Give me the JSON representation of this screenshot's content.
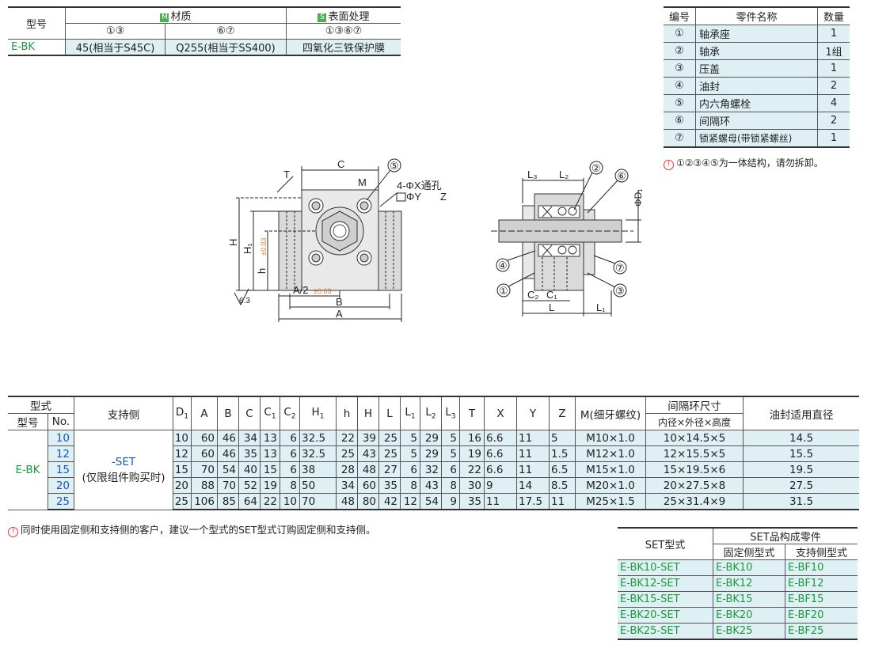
{
  "material": {
    "model_header": "型号",
    "material_tag": "M",
    "material_header": "材质",
    "surface_tag": "S",
    "surface_header": "表面处理",
    "part_refs": [
      "①③",
      "⑥⑦",
      "①③⑥⑦"
    ],
    "row": {
      "model": "E-BK",
      "mat1": "45(相当于S45C)",
      "mat2": "Q255(相当于SS400)",
      "surface": "四氧化三铁保护膜"
    }
  },
  "parts": {
    "headers": [
      "编号",
      "零件名称",
      "数量"
    ],
    "rows": [
      {
        "no": "①",
        "name": "轴承座",
        "qty": "1"
      },
      {
        "no": "②",
        "name": "轴承",
        "qty": "1组"
      },
      {
        "no": "③",
        "name": "压盖",
        "qty": "1"
      },
      {
        "no": "④",
        "name": "油封",
        "qty": "2"
      },
      {
        "no": "⑤",
        "name": "内六角螺栓",
        "qty": "4"
      },
      {
        "no": "⑥",
        "name": "间隔环",
        "qty": "2"
      },
      {
        "no": "⑦",
        "name": "锁紧螺母(带锁紧螺丝)",
        "qty": "1"
      }
    ],
    "note": "①②③④⑤为一体结构，请勿拆卸。"
  },
  "drawing": {
    "labels": {
      "C": "C",
      "T": "T",
      "M": "M",
      "five": "⑤",
      "hole1": "4-ΦX通孔",
      "hole2": "ΦY",
      "hole3": "Z",
      "H": "H",
      "H1": "H₁",
      "h": "h",
      "tol": "±0.03",
      "rough": "6.3",
      "A2": "A/2",
      "B": "B",
      "A": "A",
      "L3": "L₃",
      "L2": "L₂",
      "two": "②",
      "six": "⑥",
      "D1": "ΦD₁",
      "four": "④",
      "seven": "⑦",
      "one": "①",
      "three": "③",
      "C2": "C₂",
      "C1": "C₁",
      "L": "L",
      "L1": "L₁"
    }
  },
  "dims": {
    "header": {
      "form": "型式",
      "model": "型号",
      "no": "No.",
      "support": "支持侧",
      "cols": [
        "D",
        "A",
        "B",
        "C",
        "C",
        "C",
        "H",
        "h",
        "H",
        "L",
        "L",
        "L",
        "L",
        "T",
        "X",
        "Y",
        "Z"
      ],
      "subs": [
        "1",
        "",
        "",
        "",
        "1",
        "2",
        "1",
        "",
        "",
        "",
        "1",
        "2",
        "3",
        "",
        "",
        "",
        ""
      ],
      "m": "M(细牙螺纹)",
      "spacer": "间隔环尺寸",
      "spacer_sub": "内径×外径×高度",
      "seal": "油封适用直径"
    },
    "model": "E-BK",
    "support_line1": "-SET",
    "support_line2": "(仅限组件购买时)",
    "rows": [
      {
        "no": "10",
        "v": [
          "10",
          "60",
          "46",
          "34",
          "13",
          "6",
          "32.5",
          "22",
          "39",
          "25",
          "5",
          "29",
          "5",
          "16",
          "6.6",
          "11",
          "5"
        ],
        "m": "M10×1.0",
        "spacer": "10×14.5×5",
        "seal": "14.5"
      },
      {
        "no": "12",
        "v": [
          "12",
          "60",
          "46",
          "35",
          "13",
          "6",
          "32.5",
          "25",
          "43",
          "25",
          "5",
          "29",
          "5",
          "19",
          "6.6",
          "11",
          "1.5"
        ],
        "m": "M12×1.0",
        "spacer": "12×15.5×5",
        "seal": "15.5"
      },
      {
        "no": "15",
        "v": [
          "15",
          "70",
          "54",
          "40",
          "15",
          "6",
          "38",
          "28",
          "48",
          "27",
          "6",
          "32",
          "6",
          "22",
          "6.6",
          "11",
          "6.5"
        ],
        "m": "M15×1.0",
        "spacer": "15×19.5×6",
        "seal": "19.5"
      },
      {
        "no": "20",
        "v": [
          "20",
          "88",
          "70",
          "52",
          "19",
          "8",
          "50",
          "34",
          "60",
          "35",
          "8",
          "43",
          "8",
          "30",
          "9",
          "14",
          "8.5"
        ],
        "m": "M20×1.0",
        "spacer": "20×27.5×8",
        "seal": "27.5"
      },
      {
        "no": "25",
        "v": [
          "25",
          "106",
          "85",
          "64",
          "22",
          "10",
          "70",
          "48",
          "80",
          "42",
          "12",
          "54",
          "9",
          "35",
          "11",
          "17.5",
          "11"
        ],
        "m": "M25×1.5",
        "spacer": "25×31.4×9",
        "seal": "31.5"
      }
    ],
    "note": "同时使用固定侧和支持侧的客户，建议一个型式的SET型式订购固定侧和支持侧。"
  },
  "set": {
    "col1": "SET型式",
    "group": "SET品构成零件",
    "fixed": "固定侧型式",
    "support": "支持侧型式",
    "rows": [
      {
        "set": "E-BK10-SET",
        "fixed": "E-BK10",
        "support": "E-BF10"
      },
      {
        "set": "E-BK12-SET",
        "fixed": "E-BK12",
        "support": "E-BF12"
      },
      {
        "set": "E-BK15-SET",
        "fixed": "E-BK15",
        "support": "E-BF15"
      },
      {
        "set": "E-BK20-SET",
        "fixed": "E-BK20",
        "support": "E-BF20"
      },
      {
        "set": "E-BK25-SET",
        "fixed": "E-BK25",
        "support": "E-BF25"
      }
    ]
  },
  "colors": {
    "cell_bg": "#dff0f5",
    "green": "#1a9a3a",
    "blue": "#1a58b8",
    "orange": "#e07a20",
    "warn": "#e33333"
  }
}
